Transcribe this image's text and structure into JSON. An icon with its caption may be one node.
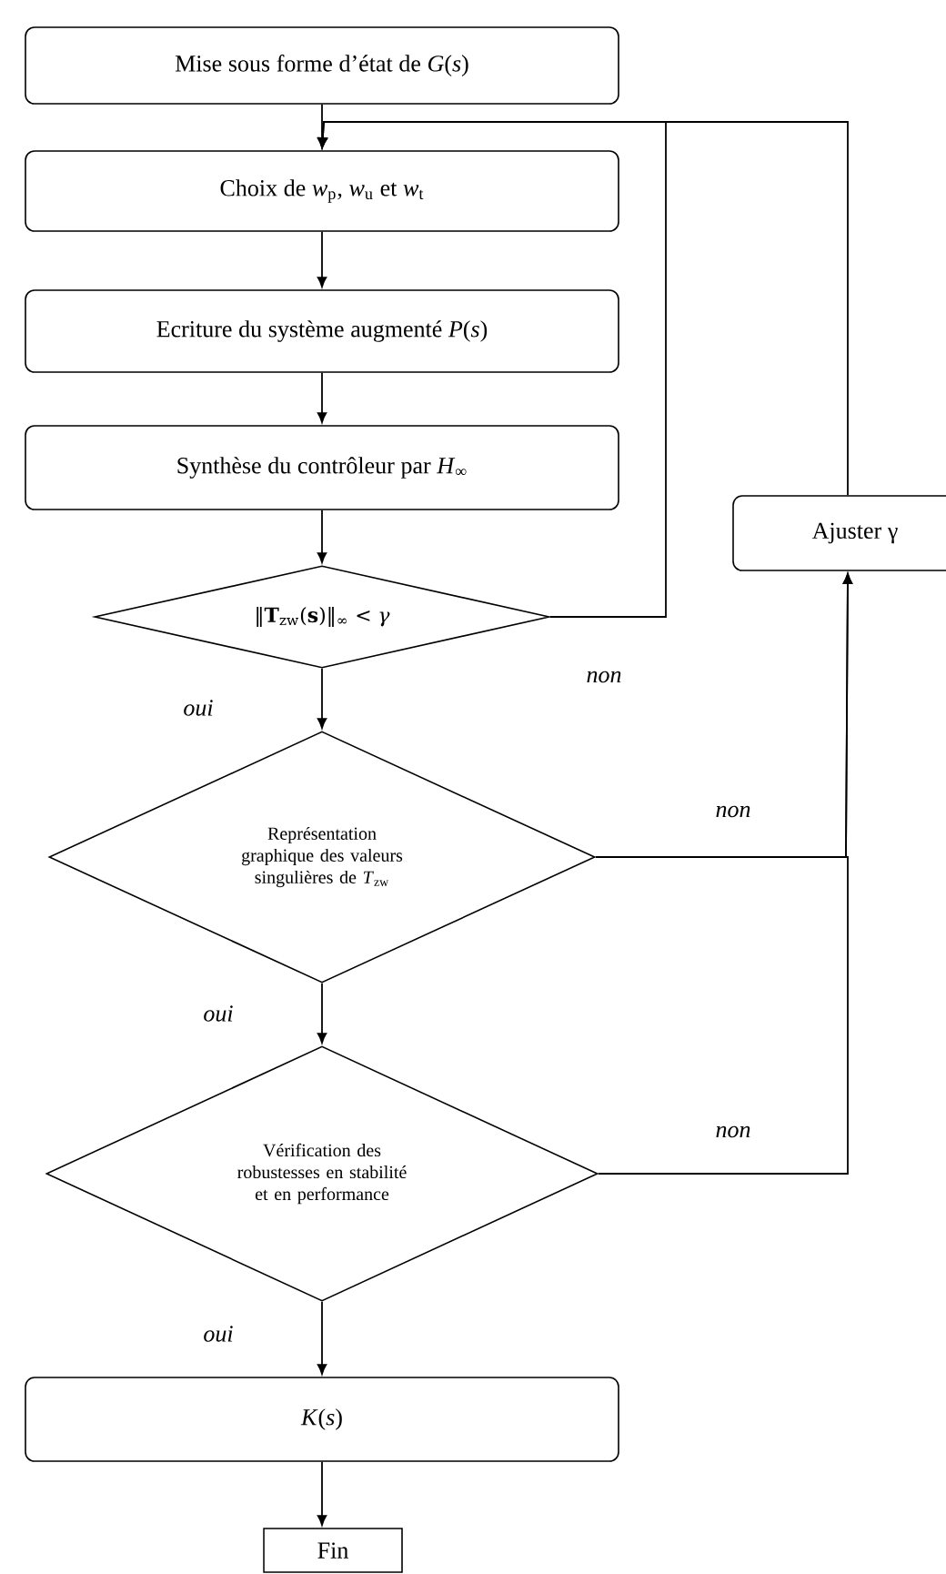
{
  "diagram": {
    "nodes": [
      {
        "text": [
          "Mise sous forme d’état de *G*(*s*)"
        ]
      },
      {
        "text": [
          "Choix de *w*$_{p}$, *w*$_{u}$ et *w*$_{t}$"
        ]
      },
      {
        "text": [
          "Ecriture du système augmenté *P*(*s*)"
        ]
      },
      {
        "text": [
          "Synthèse du contrôleur par *H*$_{∞}$"
        ]
      },
      {
        "text": [
          "‖**T**$_{zw}$(**s**)‖$_{∞}$ < *γ*"
        ]
      },
      {
        "text": [
          "Représentation graphique des valeurs singulières de *T*$_{zw}$"
        ]
      },
      {
        "text": [
          "Vérification des robustesses en stabilité et en performance"
        ]
      },
      {
        "text": [
          "*K*(*s*)"
        ]
      },
      {
        "text": [
          "Fin"
        ]
      },
      {
        "text": [
          "Ajuster γ"
        ]
      }
    ],
    "edges": [
      {
        "from": 0,
        "to": 1,
        "arrow": "to"
      },
      {
        "from": 1,
        "to": 2,
        "arrow": "to"
      },
      {
        "from": 2,
        "to": 3,
        "arrow": "to"
      },
      {
        "from": 3,
        "to": 4,
        "arrow": "to"
      },
      {
        "from": 4,
        "to": 1,
        "arrow": "to",
        "label": "non"
      },
      {
        "from": 9,
        "to": 1,
        "arrow": "to"
      },
      {
        "from": 4,
        "to": 5,
        "arrow": "to",
        "label": "oui"
      },
      {
        "from": 5,
        "to": 9,
        "arrow": "to",
        "label": "non"
      },
      {
        "from": 5,
        "to": 6,
        "arrow": "to",
        "label": "oui"
      },
      {
        "from": 6,
        "to": 9,
        "arrow": "to",
        "label": "non"
      },
      {
        "from": 6,
        "to": 7,
        "arrow": "to",
        "label": "oui"
      },
      {
        "from": 7,
        "to": 8,
        "arrow": "to"
      }
    ]
  }
}
